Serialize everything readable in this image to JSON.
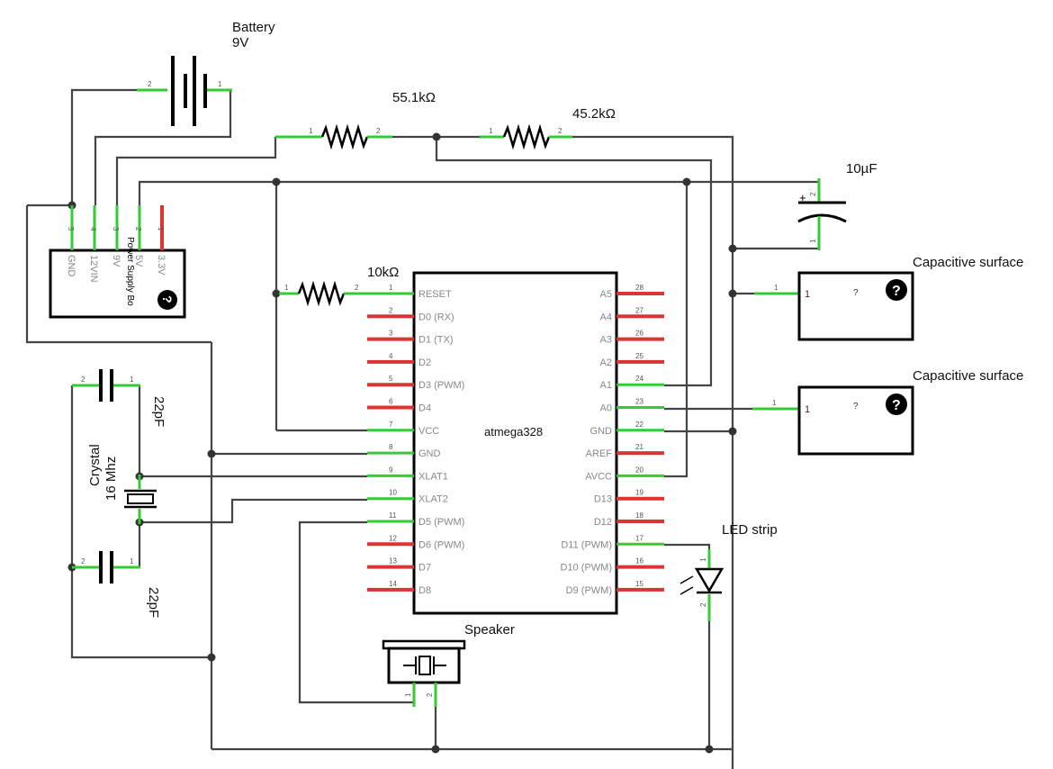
{
  "labels": {
    "battery_name": "Battery",
    "battery_value": "9V",
    "r1_value": "55.1kΩ",
    "r2_value": "45.2kΩ",
    "r3_value": "10kΩ",
    "cap_value": "10µF",
    "cap_surface_1": "Capacitive surface",
    "cap_surface_2": "Capacitive surface",
    "crystal_name": "Crystal",
    "crystal_freq": "16 Mhz",
    "c_top_value": "22pF",
    "c_bottom_value": "22pF",
    "chip_name": "atmega328",
    "led_name": "LED strip",
    "speaker_name": "Speaker",
    "power_board": "Power Supply Bo",
    "pin_one": "1",
    "pin_two": "2",
    "unknown_mark": "?"
  },
  "power_pins": [
    {
      "num": "5",
      "name": "GND"
    },
    {
      "num": "4",
      "name": "12VIN"
    },
    {
      "num": "3",
      "name": "9V"
    },
    {
      "num": "2",
      "name": "5V"
    },
    {
      "num": "1",
      "name": "3.3V"
    }
  ],
  "chip_left_pins": [
    {
      "num": "1",
      "name": "RESET",
      "connected": true
    },
    {
      "num": "2",
      "name": "D0 (RX)",
      "connected": false
    },
    {
      "num": "3",
      "name": "D1 (TX)",
      "connected": false
    },
    {
      "num": "4",
      "name": "D2",
      "connected": false
    },
    {
      "num": "5",
      "name": "D3 (PWM)",
      "connected": false
    },
    {
      "num": "6",
      "name": "D4",
      "connected": false
    },
    {
      "num": "7",
      "name": "VCC",
      "connected": true
    },
    {
      "num": "8",
      "name": "GND",
      "connected": true
    },
    {
      "num": "9",
      "name": "XLAT1",
      "connected": true
    },
    {
      "num": "10",
      "name": "XLAT2",
      "connected": true
    },
    {
      "num": "11",
      "name": "D5 (PWM)",
      "connected": true
    },
    {
      "num": "12",
      "name": "D6 (PWM)",
      "connected": false
    },
    {
      "num": "13",
      "name": "D7",
      "connected": false
    },
    {
      "num": "14",
      "name": "D8",
      "connected": false
    }
  ],
  "chip_right_pins": [
    {
      "num": "28",
      "name": "A5",
      "connected": false
    },
    {
      "num": "27",
      "name": "A4",
      "connected": false
    },
    {
      "num": "26",
      "name": "A3",
      "connected": false
    },
    {
      "num": "25",
      "name": "A2",
      "connected": false
    },
    {
      "num": "24",
      "name": "A1",
      "connected": true
    },
    {
      "num": "23",
      "name": "A0",
      "connected": true
    },
    {
      "num": "22",
      "name": "GND",
      "connected": true
    },
    {
      "num": "21",
      "name": "AREF",
      "connected": false
    },
    {
      "num": "20",
      "name": "AVCC",
      "connected": true
    },
    {
      "num": "19",
      "name": "D13",
      "connected": false
    },
    {
      "num": "18",
      "name": "D12",
      "connected": false
    },
    {
      "num": "17",
      "name": "D11 (PWM)",
      "connected": true
    },
    {
      "num": "16",
      "name": "D10 (PWM)",
      "connected": false
    },
    {
      "num": "15",
      "name": "D9 (PWM)",
      "connected": false
    }
  ]
}
